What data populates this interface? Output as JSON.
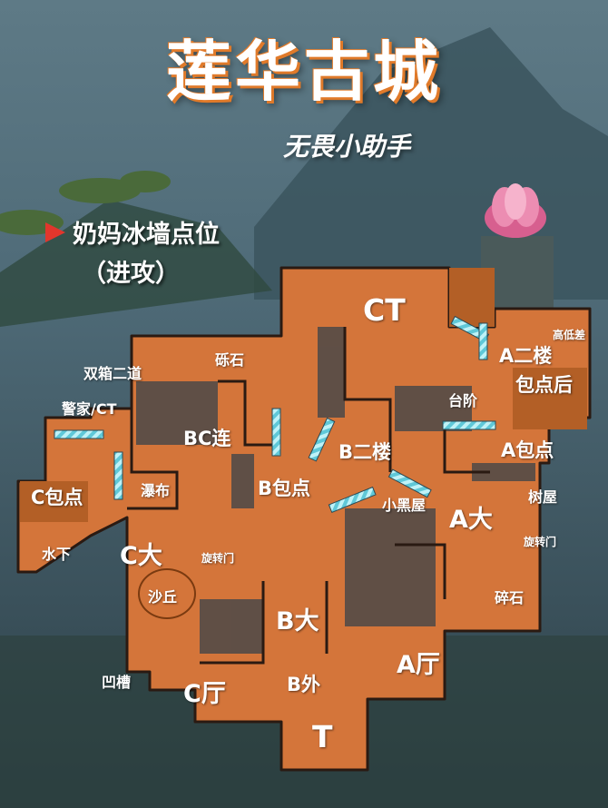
{
  "header": {
    "title": "莲华古城",
    "subtitle": "无畏小助手"
  },
  "guide": {
    "line1": "奶妈冰墙点位",
    "line2": "（进攻）"
  },
  "colors": {
    "map_fill": "#d4753a",
    "map_border": "#2a1a12",
    "wall": "#8fe3ee",
    "highlight": "#b35f26",
    "sky": "#45606c"
  },
  "callouts": {
    "ct": "CT",
    "a_upper": "A二楼",
    "a_behind": "包点后",
    "high_low": "高低差",
    "steps": "台阶",
    "a_site": "A包点",
    "tree_house": "树屋",
    "a_rotate": "旋转门",
    "rubble_a": "碎石",
    "a_main": "A大",
    "a_lobby": "A厅",
    "small_house": "小黑屋",
    "b_upper": "B二楼",
    "b_site": "B包点",
    "bc_link": "BC连",
    "rubble_top": "砾石",
    "double_box": "双箱二道",
    "butler_ct": "警家/CT",
    "c_site": "C包点",
    "waterfall": "瀑布",
    "underwater": "水下",
    "c_main": "C大",
    "c_rotate": "旋转门",
    "dune": "沙丘",
    "b_main": "B大",
    "b_out": "B外",
    "groove": "凹槽",
    "c_lobby": "C厅",
    "t_spawn": "T"
  }
}
